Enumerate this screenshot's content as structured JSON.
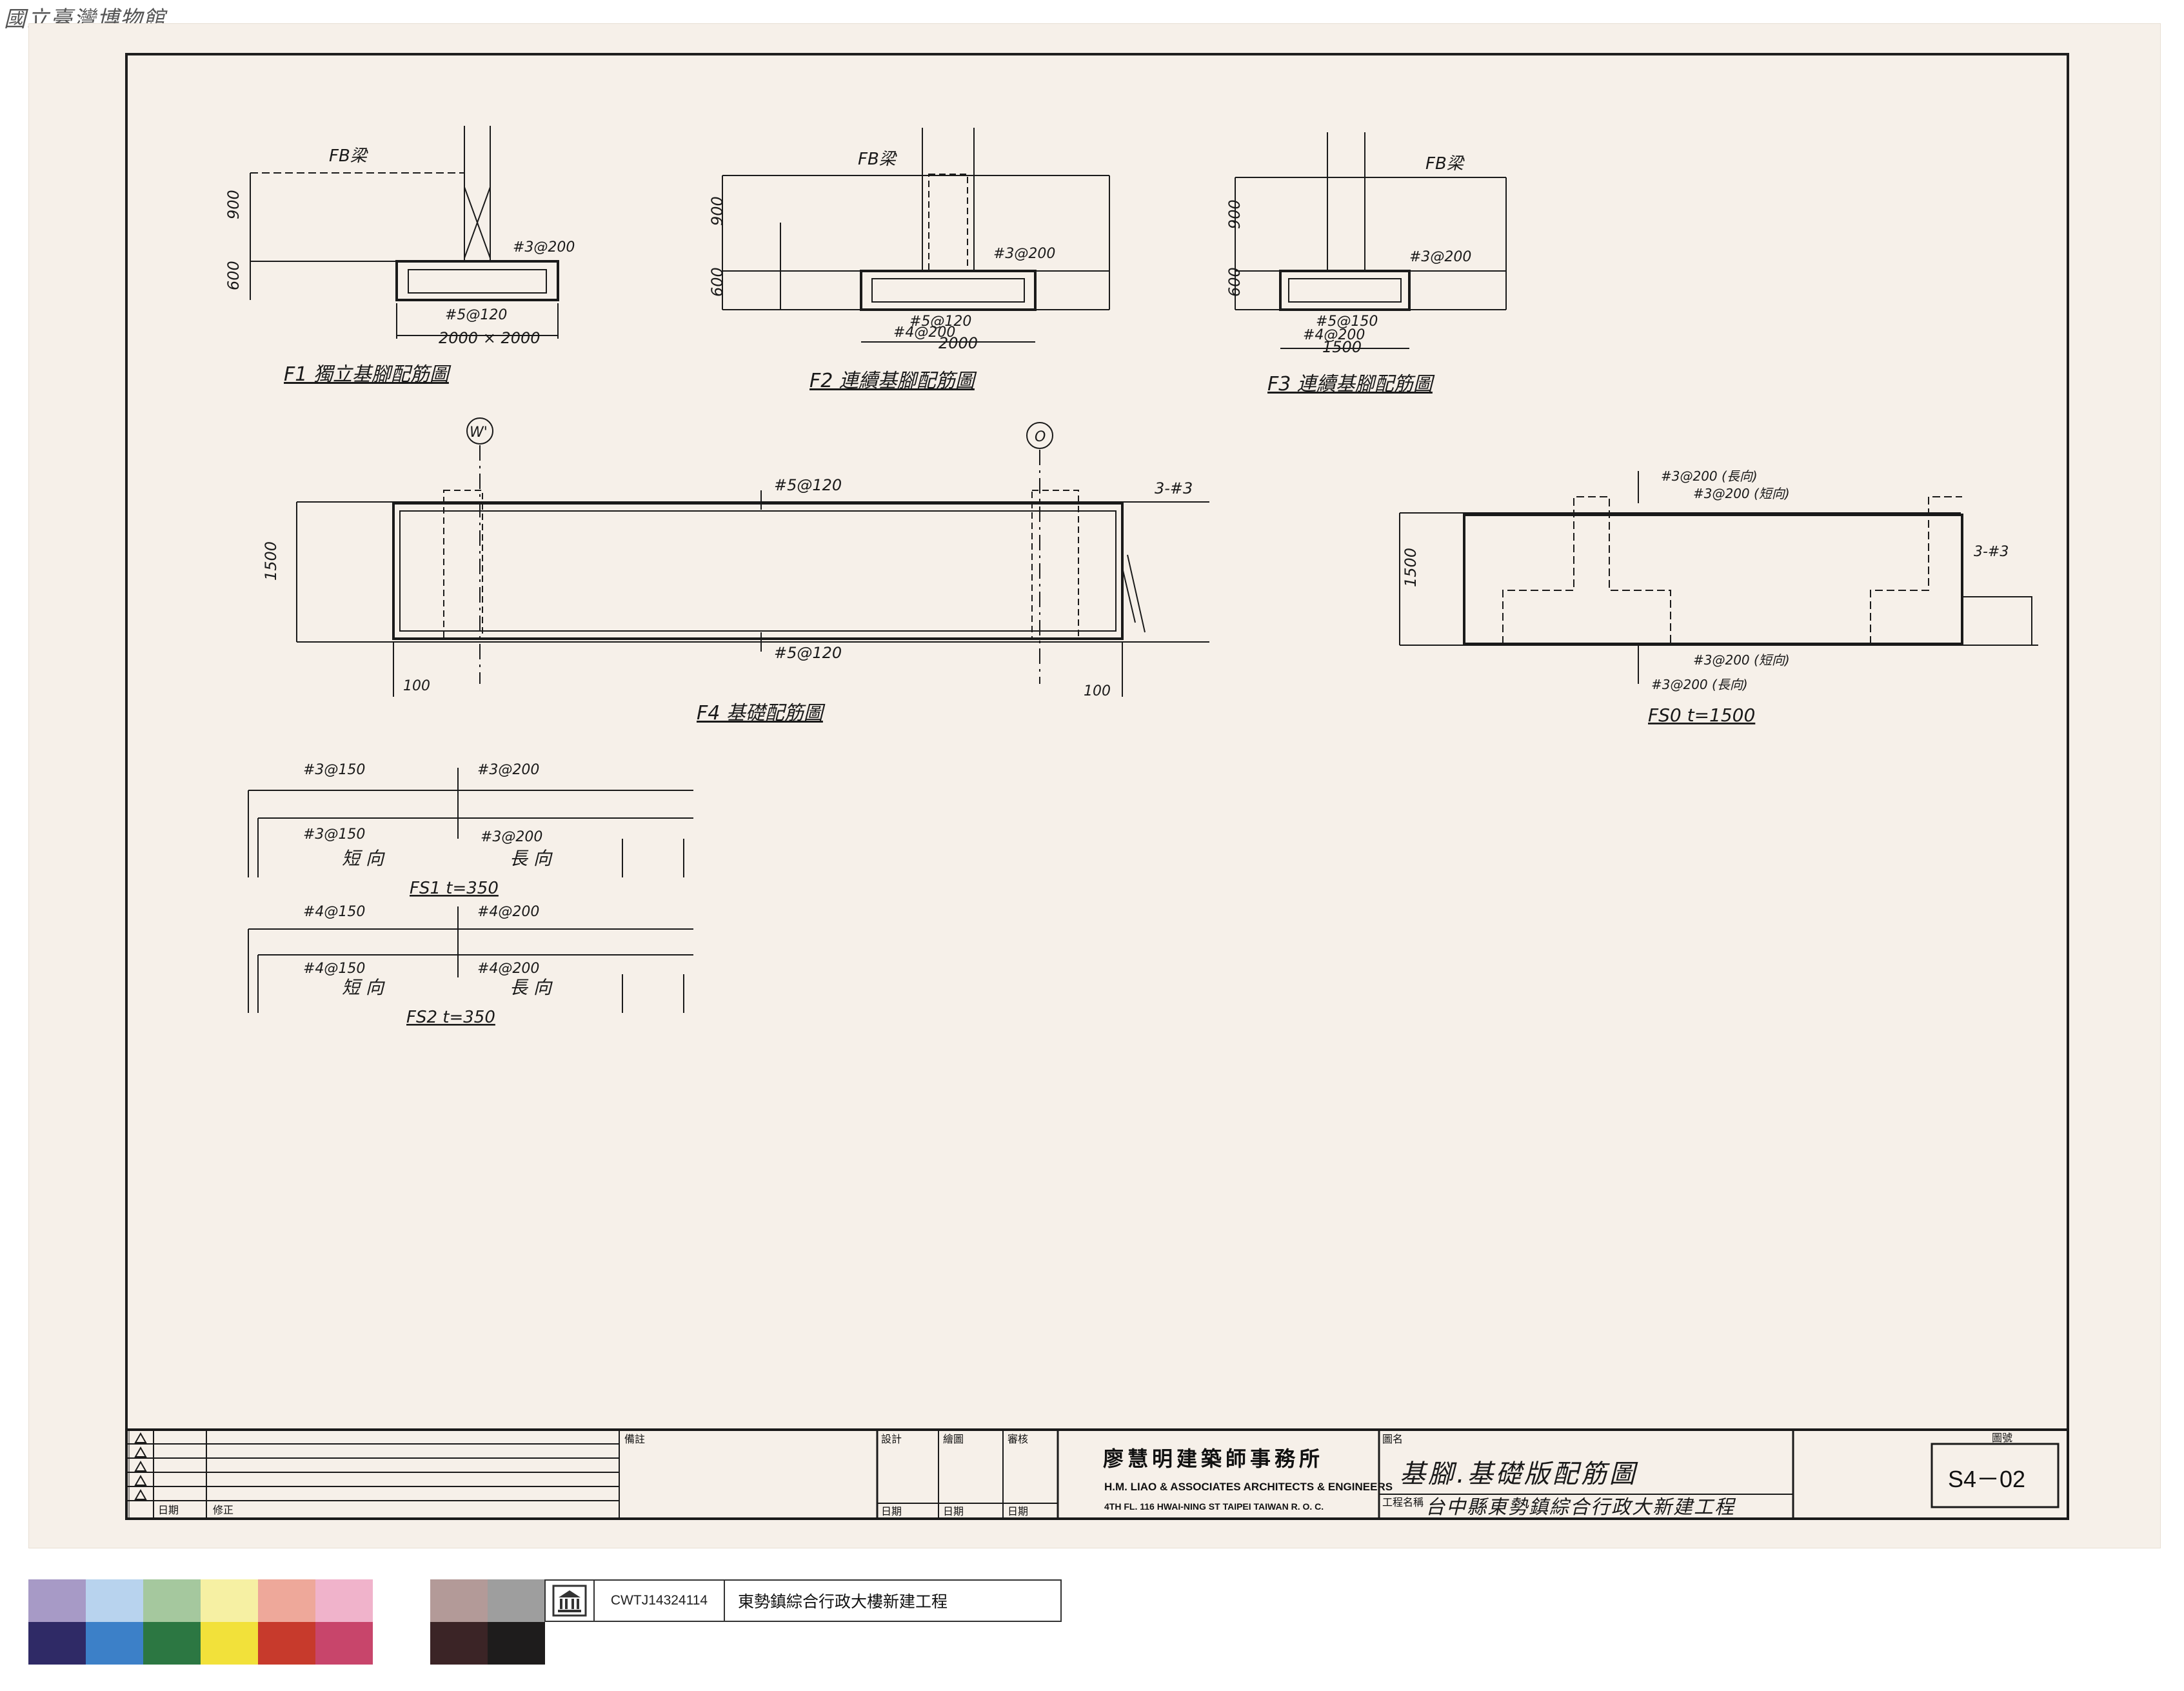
{
  "watermark": "國立臺灣博物館",
  "details": {
    "f1": {
      "label": "F1 獨立基腳配筋圖",
      "beam": "FB梁",
      "dim_h1": "900",
      "dim_h2": "600",
      "rebar_top": "#3@200",
      "rebar_bot": "#5@120",
      "size": "2000 × 2000"
    },
    "f2": {
      "label": "F2 連續基腳配筋圖",
      "beam": "FB梁",
      "dim_h1": "900",
      "dim_h2": "600",
      "rebar_top": "#3@200",
      "rebar_bot1": "#5@120",
      "rebar_bot2": "#4@200",
      "size": "2000"
    },
    "f3": {
      "label": "F3 連續基腳配筋圖",
      "beam": "FB梁",
      "dim_h1": "900",
      "dim_h2": "600",
      "rebar_top": "#3@200",
      "rebar_bot1": "#5@150",
      "rebar_bot2": "#4@200",
      "size": "1500"
    },
    "f4": {
      "label": "F4 基礎配筋圖",
      "grid_w": "W'",
      "grid_o": "O",
      "rebar_top": "#5@120",
      "rebar_bot": "#5@120",
      "side": "3-#3",
      "dim_h": "1500",
      "dim_l": "100",
      "dim_r": "100"
    },
    "fs0": {
      "label": "FS0 t=1500",
      "top1": "#3@200 (長向)",
      "top2": "#3@200 (短向)",
      "bot1": "#3@200 (短向)",
      "bot2": "#3@200 (長向)",
      "side": "3-#3",
      "dim_h": "1500"
    },
    "fs1": {
      "label": "FS1 t=350",
      "top_l": "#3@150",
      "top_r": "#3@200",
      "bot_l": "#3@150",
      "bot_r": "#3@200",
      "short": "短 向",
      "long": "長 向"
    },
    "fs2": {
      "label": "FS2 t=350",
      "top_l": "#4@150",
      "top_r": "#4@200",
      "bot_l": "#4@150",
      "bot_r": "#4@200",
      "short": "短 向",
      "long": "長 向"
    }
  },
  "title_block": {
    "rev_date": "日期",
    "rev_note": "修正",
    "remarks": "備註",
    "design": "設計",
    "drawn": "繪圖",
    "check": "審核",
    "date1": "日期",
    "date2": "日期",
    "date3": "日期",
    "firm_cn": "廖慧明建築師事務所",
    "firm_en": "H.M. LIAO & ASSOCIATES ARCHITECTS & ENGINEERS",
    "address": "4TH FL. 116 HWAI-NING ST TAIPEI TAIWAN R. O. C.",
    "drawing_title_label": "圖名",
    "drawing_title": "基腳.基礎版配筋圖",
    "project_label": "工程名稱",
    "project": "台中縣東勢鎮綜合行政大新建工程",
    "sheet_no_label": "圖號",
    "sheet_no": "S4－02"
  },
  "archive": {
    "code": "CWTJ14324114",
    "name": "東勢鎮綜合行政大樓新建工程"
  },
  "colors": {
    "paper": "#f6f0e9",
    "ink": "#1a1a1a",
    "swatch_top": [
      "#a79ac6",
      "#b8d3ee",
      "#a5c89e",
      "#f6f0a3",
      "#eea89a",
      "#f0b3cb",
      "#ffffff",
      "#b39a98",
      "#9e9e9e"
    ],
    "swatch_bottom": [
      "#2f2a66",
      "#3c80c8",
      "#2c7742",
      "#f2e13a",
      "#c73a2c",
      "#c8456b",
      "#ffffff",
      "#3b2426",
      "#1e1c1c"
    ]
  }
}
